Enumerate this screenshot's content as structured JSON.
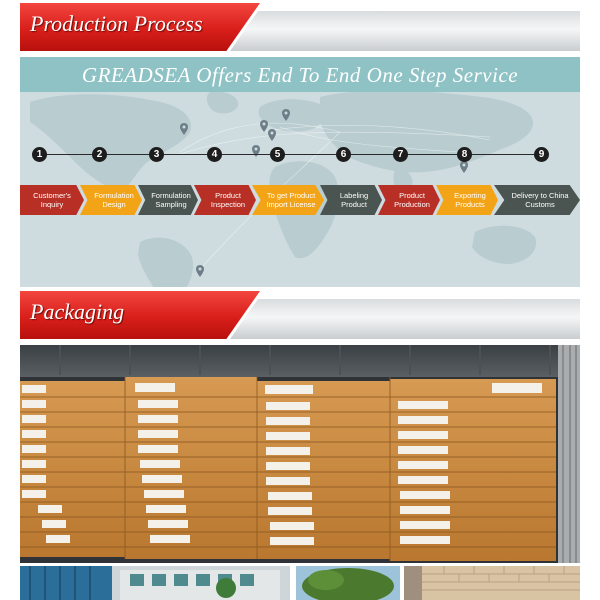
{
  "sections": {
    "production": {
      "title": "Production Process"
    },
    "packaging": {
      "title": "Packaging"
    }
  },
  "service": {
    "title": "GREADSEA Offers End To End One Step Service",
    "steps": [
      {
        "num": "1",
        "label": "Customer's Inquiry",
        "color": "#b82f25"
      },
      {
        "num": "2",
        "label": "Formulation Design",
        "color": "#f3a316"
      },
      {
        "num": "3",
        "label": "Formulation Sampling",
        "color": "#4a5552"
      },
      {
        "num": "4",
        "label": "Product Inspection",
        "color": "#b82f25"
      },
      {
        "num": "5",
        "label": "To get Product Import License",
        "color": "#f3a316"
      },
      {
        "num": "6",
        "label": "Labeling Product",
        "color": "#4a5552"
      },
      {
        "num": "7",
        "label": "Product Production",
        "color": "#b82f25"
      },
      {
        "num": "8",
        "label": "Exporting Products",
        "color": "#f3a316"
      },
      {
        "num": "9",
        "label": "Delivery to China Customs",
        "color": "#4a5552"
      }
    ]
  },
  "icons": {
    "map_pin": "map-pin-icon"
  },
  "colors": {
    "accent_red": "#d91f1a",
    "map_bg": "#cfdcdf",
    "header_teal": "#8ec2c4",
    "carton": "#c9883f"
  }
}
